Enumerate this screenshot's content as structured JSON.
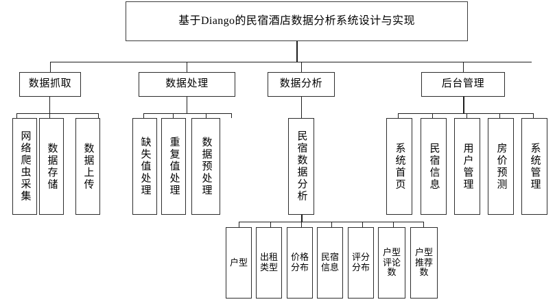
{
  "diagram": {
    "title": "基于Diango的民宿酒店数据分析系统设计与实现",
    "root": {
      "label": "基于Diango的民宿酒店数据分析系统设计与实现"
    },
    "level2": [
      {
        "id": "data-capture",
        "label": "数据抓取"
      },
      {
        "id": "data-processing",
        "label": "数据处理"
      },
      {
        "id": "data-analysis",
        "label": "数据分析"
      },
      {
        "id": "backend-admin",
        "label": "后台管理"
      }
    ],
    "capture_children": [
      {
        "label": "网络爬虫采集"
      },
      {
        "label": "数据存储"
      },
      {
        "label": "数据上传"
      }
    ],
    "processing_children": [
      {
        "label": "缺失值处理"
      },
      {
        "label": "重复值处理"
      },
      {
        "label": "数据预处理"
      }
    ],
    "analysis_children": [
      {
        "label": "民宿数据分析"
      }
    ],
    "admin_children": [
      {
        "label": "系统首页"
      },
      {
        "label": "民宿信息"
      },
      {
        "label": "用户管理"
      },
      {
        "label": "房价预测"
      },
      {
        "label": "系统管理"
      }
    ],
    "analysis_leaves": [
      {
        "label": "户型"
      },
      {
        "label": "出租类型"
      },
      {
        "label": "价格分布"
      },
      {
        "label": "民宿信息"
      },
      {
        "label": "评分分布"
      },
      {
        "label": "户型评论数"
      },
      {
        "label": "户型推荐数"
      }
    ],
    "colors": {
      "background": "#ffffff",
      "box_border": "#2b2b2b",
      "connector": "#1d1d1d",
      "text": "#000000"
    }
  }
}
